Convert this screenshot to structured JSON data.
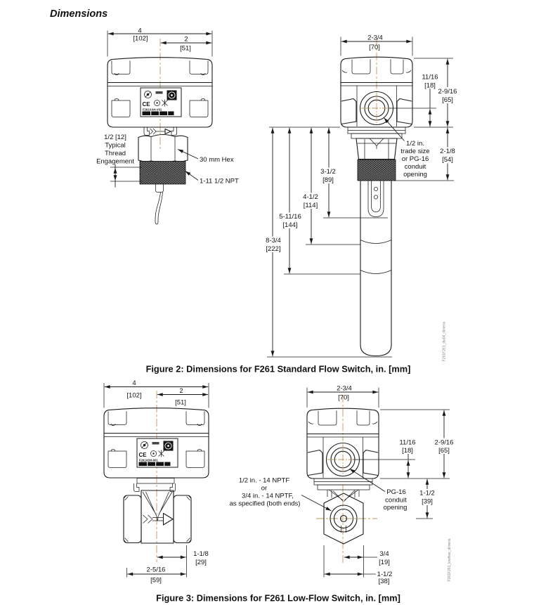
{
  "title": "Dimensions",
  "shared": {
    "plate_ce": "CE"
  },
  "fig2": {
    "caption": "Figure 2: Dimensions for F261 Standard Flow Switch, in. [mm]",
    "ref": "F261F261_dw04_dimens",
    "front": {
      "width_in": "4",
      "width_mm": "[102]",
      "half_in": "2",
      "half_mm": "[51]",
      "eng1": "1/2 [12]",
      "eng2": "Typical",
      "eng3": "Thread",
      "eng4": "Engagement",
      "hex_callout": "30 mm Hex",
      "npt_callout": "1-11 1/2 NPT",
      "model": "F261XAH-V01"
    },
    "side": {
      "width_in": "2-3/4",
      "width_mm": "[70]",
      "offset_in": "11/16",
      "offset_mm": "[18]",
      "height_in": "2-9/16",
      "height_mm": "[65]",
      "neck_in": "2-1/8",
      "neck_mm": "[54]",
      "d1_in": "3-1/2",
      "d1_mm": "[89]",
      "d2_in": "4-1/2",
      "d2_mm": "[114]",
      "d3_in": "5-11/16",
      "d3_mm": "[144]",
      "d4_in": "8-3/4",
      "d4_mm": "[222]",
      "con1": "1/2 in.",
      "con2": "trade size",
      "con3": "or PG-16",
      "con4": "conduit",
      "con5": "opening"
    }
  },
  "fig3": {
    "caption": "Figure 3: Dimensions for F261 Low-Flow Switch, in. [mm]",
    "ref": "F261F261_lowflow_dimens",
    "front": {
      "width_in": "4",
      "width_mm": "[102]",
      "half_in": "2",
      "half_mm": "[51]",
      "nptf1": "1/2 in. - 14 NPTF",
      "nptf2": "or",
      "nptf3": "3/4 in. - 14 NPTF,",
      "nptf4": "as specified (both ends)",
      "paddle_in": "1-1/8",
      "paddle_mm": "[29]",
      "body_in": "2-5/16",
      "body_mm": "[59]",
      "model": "F261XDH-001"
    },
    "side": {
      "width_in": "2-3/4",
      "width_mm": "[70]",
      "offset_in": "11/16",
      "offset_mm": "[18]",
      "height_in": "2-9/16",
      "height_mm": "[65]",
      "drop_in": "1-1/2",
      "drop_mm": "[39]",
      "hexhalf_in": "3/4",
      "hexhalf_mm": "[19]",
      "hexfull_in": "1-1/2",
      "hexfull_mm": "[38]",
      "con1": "PG-16",
      "con2": "conduit",
      "con3": "opening"
    }
  }
}
